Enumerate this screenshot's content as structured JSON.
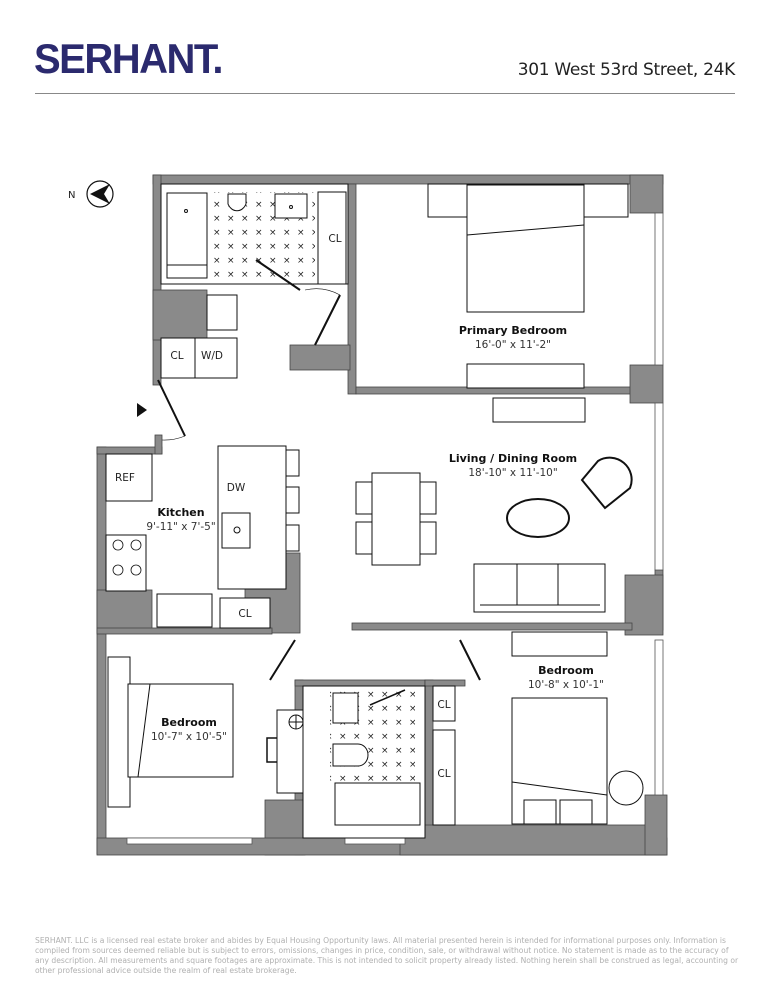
{
  "header": {
    "brand": "SERHANT.",
    "address": "301 West 53rd Street, 24K"
  },
  "floorplan": {
    "compass_label": "N",
    "rooms": [
      {
        "name": "Primary Bedroom",
        "dims": "16'-0\" x 11'-2\""
      },
      {
        "name": "Living / Dining Room",
        "dims": "18'-10\" x 11'-10\""
      },
      {
        "name": "Kitchen",
        "dims": "9'-11\" x 7'-5\""
      },
      {
        "name": "Bedroom",
        "dims": "10'-7\" x 10'-5\""
      },
      {
        "name": "Bedroom",
        "dims": "10'-8\" x 10'-1\""
      }
    ],
    "fixtures": {
      "closet": "CL",
      "washer_dryer": "W/D",
      "refrigerator": "REF",
      "dishwasher": "DW"
    },
    "colors": {
      "wall": "#8a8a8a",
      "line": "#111111",
      "brand": "#2b2a6e"
    }
  },
  "footer": {
    "disclaimer": "SERHANT. LLC is a licensed real estate broker and abides by Equal Housing Opportunity laws. All material presented herein is intended for informational purposes only. Information is compiled from sources deemed  reliable but is subject to errors, omissions, changes in price, condition, sale, or withdrawal without notice. No statement is made as to the accuracy of any description. All measurements and square footages are approximate. This is not intended to solicit property already listed. Nothing herein shall be construed as legal, accounting or other professional advice outside the realm of real estate brokerage."
  }
}
